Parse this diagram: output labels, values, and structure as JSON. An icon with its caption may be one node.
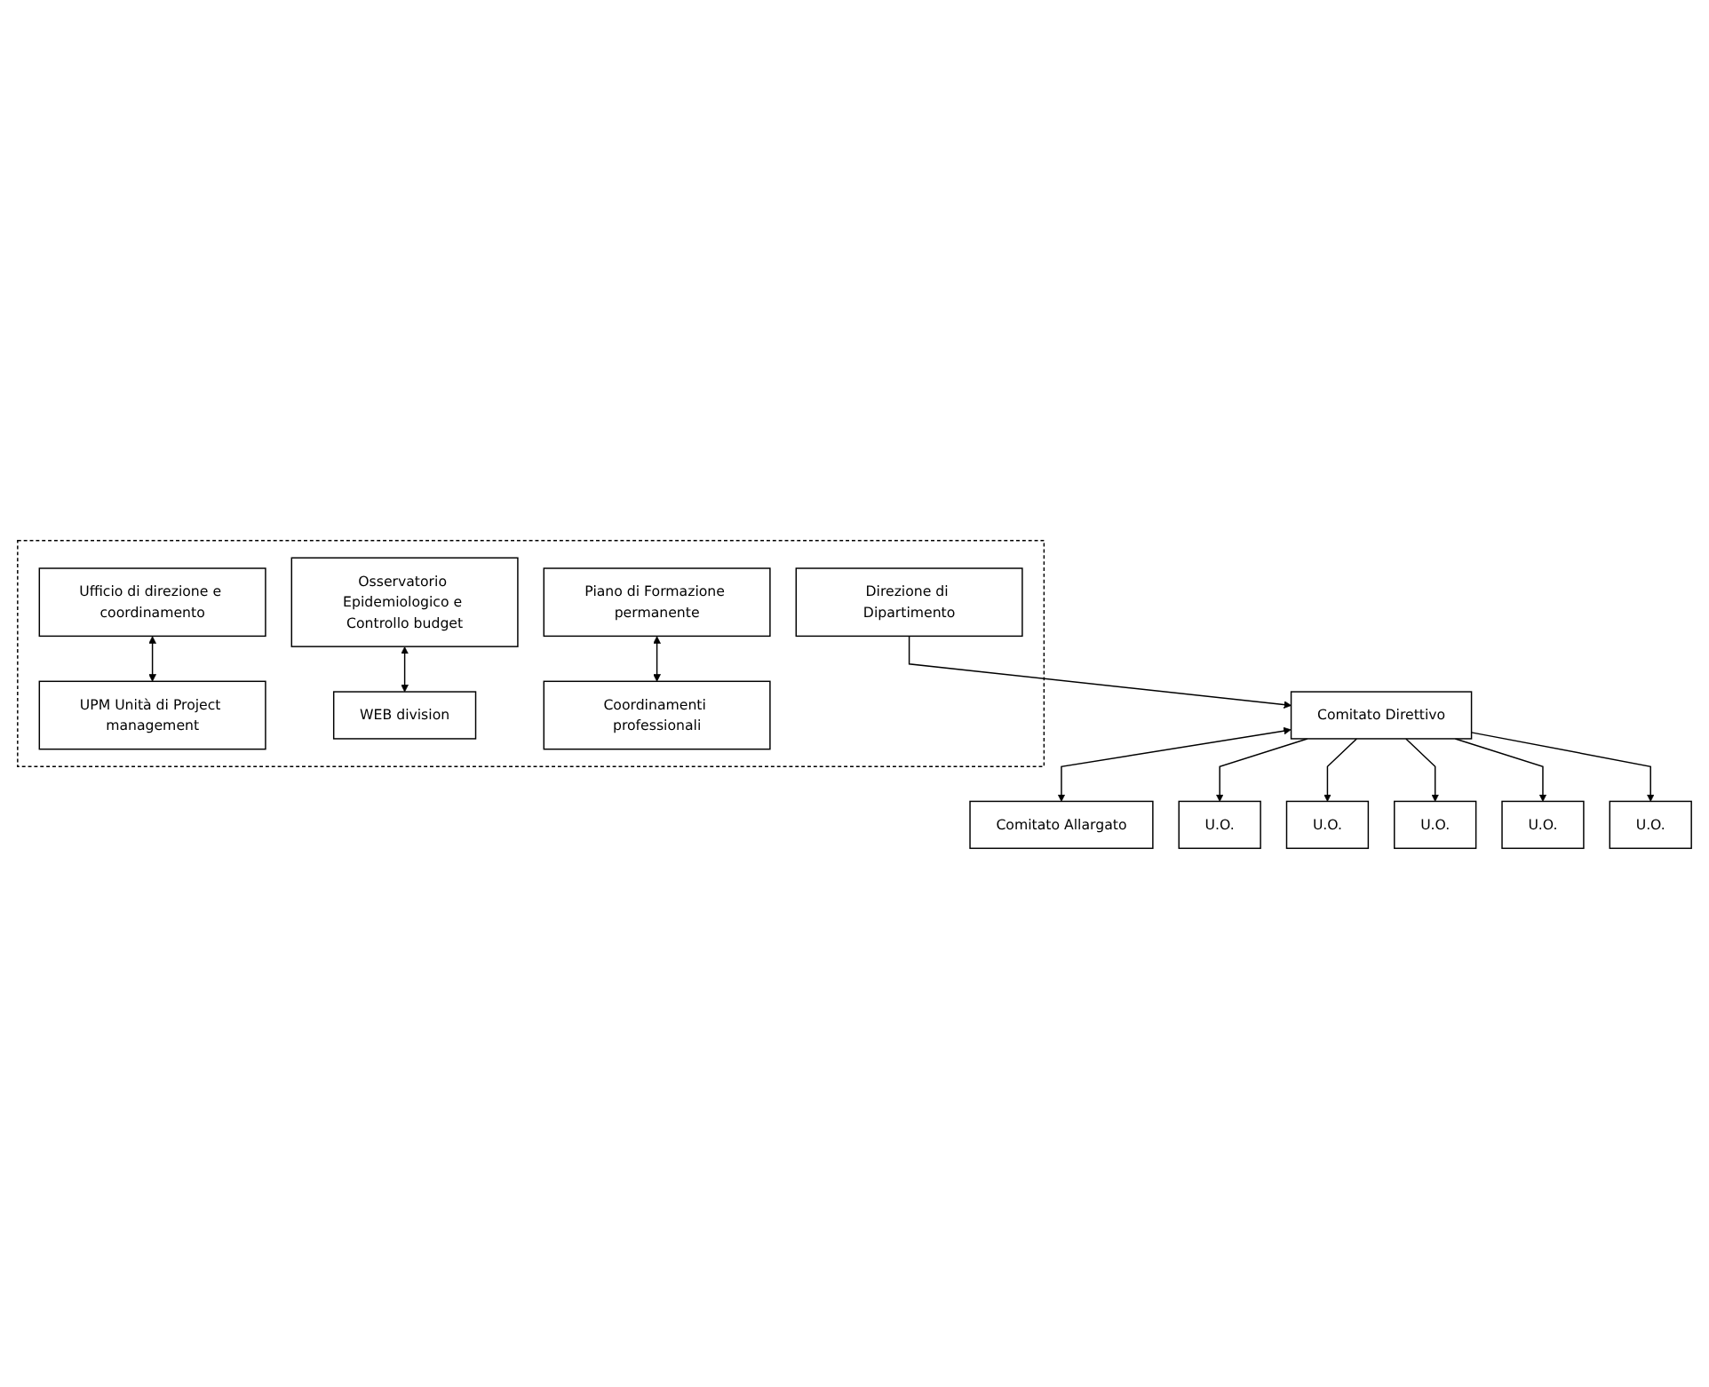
{
  "diagram": {
    "nodes": [
      {
        "text": [],
        "shape": "box"
      },
      {
        "text": [
          "Direzione di Dipartimento"
        ],
        "in": 0
      },
      {
        "text": [
          "Ufficio di direzione e coordinamento"
        ],
        "in": 0
      },
      {
        "text": [
          "UPM Unità di Project management"
        ],
        "in": 0
      },
      {
        "text": [
          "Osservatorio Epidemiologico e Controllo budget"
        ],
        "in": 0
      },
      {
        "text": [
          "WEB division"
        ],
        "in": 0
      },
      {
        "text": [
          "Piano di Formazione permanente"
        ],
        "in": 0
      },
      {
        "text": [
          "Coordinamenti professionali"
        ],
        "in": 0
      },
      {
        "text": [
          "Comitato Direttivo"
        ]
      },
      {
        "text": [
          "Comitato Allargato"
        ]
      },
      {
        "text": [
          "U.O."
        ]
      },
      {
        "text": [
          "U.O."
        ]
      },
      {
        "text": [
          "U.O."
        ]
      },
      {
        "text": [
          "U.O."
        ]
      },
      {
        "text": [
          "U.O."
        ]
      }
    ],
    "edges": [
      {
        "from": 2,
        "to": 3,
        "arrow": "both"
      },
      {
        "from": 4,
        "to": 5,
        "arrow": "both"
      },
      {
        "from": 6,
        "to": 7,
        "arrow": "both"
      },
      {
        "from": 1,
        "to": 8,
        "arrow": "to"
      },
      {
        "from": 8,
        "to": 9,
        "arrow": "both"
      },
      {
        "from": 8,
        "to": 10,
        "arrow": "to"
      },
      {
        "from": 8,
        "to": 11,
        "arrow": "to"
      },
      {
        "from": 8,
        "to": 12,
        "arrow": "to"
      },
      {
        "from": 8,
        "to": 13,
        "arrow": "to"
      },
      {
        "from": 8,
        "to": 14,
        "arrow": "to"
      }
    ]
  }
}
